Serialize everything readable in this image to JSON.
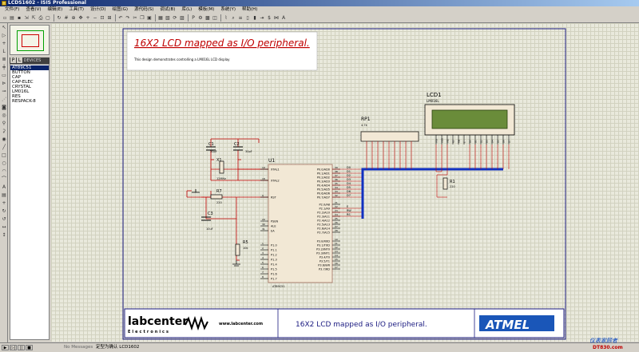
{
  "window": {
    "title": "LCDS1602 - ISIS Professional"
  },
  "menu": [
    "文件(F)",
    "查看(V)",
    "编辑(E)",
    "工具(T)",
    "设计(D)",
    "绘图(G)",
    "源代码(S)",
    "调试(B)",
    "库(L)",
    "模板(M)",
    "系统(Y)",
    "帮助(H)"
  ],
  "panel": {
    "header_text": "DEVICES",
    "devices": [
      "AT89C51",
      "BUTTON",
      "CAP",
      "CAP-ELEC",
      "CRYSTAL",
      "LM016L",
      "RES",
      "RESPACK-8"
    ],
    "selected_index": 0
  },
  "sheet": {
    "header_title": "16X2 LCD mapped as I/O peripheral.",
    "header_desc": "This design demonstrates controlling a LM016L LCD display",
    "footer_brand": "labcenter",
    "footer_sub": "Electronics",
    "footer_url": "www.labcenter.com",
    "footer_title": "16X2 LCD mapped as I/O peripheral.",
    "footer_logo": "ATMEL"
  },
  "components": {
    "c1": {
      "ref": "C1",
      "value": "30pF"
    },
    "c2": {
      "ref": "C2",
      "value": "30pF"
    },
    "x1": {
      "ref": "X1",
      "value": "12MHz"
    },
    "r7": {
      "ref": "R7",
      "value": "220"
    },
    "c3": {
      "ref": "C3",
      "value": "10uF"
    },
    "r5": {
      "ref": "R5",
      "value": "10k"
    },
    "u1": {
      "ref": "U1",
      "part": "AT89C51"
    },
    "rp1": {
      "ref": "RP1",
      "value": "4.7k"
    },
    "lcd1": {
      "ref": "LCD1",
      "part": "LM016L"
    },
    "r1": {
      "ref": "R1",
      "value": "220"
    }
  },
  "u1_left_pins": [
    {
      "num": "19",
      "name": "XTAL1"
    },
    {
      "num": "18",
      "name": "XTAL2"
    },
    {
      "num": "9",
      "name": "RST"
    },
    {
      "num": "29",
      "name": "PSEN"
    },
    {
      "num": "30",
      "name": "ALE"
    },
    {
      "num": "31",
      "name": "EA"
    },
    {
      "num": "1",
      "name": "P1.0"
    },
    {
      "num": "2",
      "name": "P1.1"
    },
    {
      "num": "3",
      "name": "P1.2"
    },
    {
      "num": "4",
      "name": "P1.3"
    },
    {
      "num": "5",
      "name": "P1.4"
    },
    {
      "num": "6",
      "name": "P1.5"
    },
    {
      "num": "7",
      "name": "P1.6"
    },
    {
      "num": "8",
      "name": "P1.7"
    }
  ],
  "u1_right_pins": [
    {
      "num": "39",
      "name": "P0.0/AD0"
    },
    {
      "num": "38",
      "name": "P0.1/AD1"
    },
    {
      "num": "37",
      "name": "P0.2/AD2"
    },
    {
      "num": "36",
      "name": "P0.3/AD3"
    },
    {
      "num": "35",
      "name": "P0.4/AD4"
    },
    {
      "num": "34",
      "name": "P0.5/AD5"
    },
    {
      "num": "33",
      "name": "P0.6/AD6"
    },
    {
      "num": "32",
      "name": "P0.7/AD7"
    },
    {
      "num": "21",
      "name": "P2.0/A8"
    },
    {
      "num": "22",
      "name": "P2.1/A9"
    },
    {
      "num": "23",
      "name": "P2.2/A10"
    },
    {
      "num": "24",
      "name": "P2.3/A11"
    },
    {
      "num": "25",
      "name": "P2.4/A12"
    },
    {
      "num": "26",
      "name": "P2.5/A13"
    },
    {
      "num": "27",
      "name": "P2.6/A14"
    },
    {
      "num": "28",
      "name": "P2.7/A15"
    },
    {
      "num": "10",
      "name": "P3.0/RXD"
    },
    {
      "num": "11",
      "name": "P3.1/TXD"
    },
    {
      "num": "12",
      "name": "P3.2/INT0"
    },
    {
      "num": "13",
      "name": "P3.3/INT1"
    },
    {
      "num": "14",
      "name": "P3.4/T0"
    },
    {
      "num": "15",
      "name": "P3.5/T1"
    },
    {
      "num": "16",
      "name": "P3.6/WR"
    },
    {
      "num": "17",
      "name": "P3.7/RD"
    }
  ],
  "bus_labels": [
    "D0",
    "D1",
    "D2",
    "D3",
    "D4",
    "D5",
    "D6",
    "D7"
  ],
  "ctrl_labels": [
    "E",
    "RW",
    "RS"
  ],
  "lcd_pins": [
    "VSS",
    "VDD",
    "VEE",
    "RS",
    "RW",
    "E",
    "D0",
    "D1",
    "D2",
    "D3",
    "D4",
    "D5",
    "D6",
    "D7"
  ],
  "status": {
    "messages": "No Messages",
    "sheet_name": "定型为确认 LCD1602"
  },
  "watermark": {
    "text": "仪表家顾者",
    "site": "DT830.com"
  },
  "colors": {
    "wire": "#c00000",
    "bus": "#1030c0",
    "sheet_border": "#1a1a80",
    "canvas": "#e9e9dc",
    "chip_fill": "#f2e8d5",
    "lcd_glass": "#6a8c3a"
  }
}
